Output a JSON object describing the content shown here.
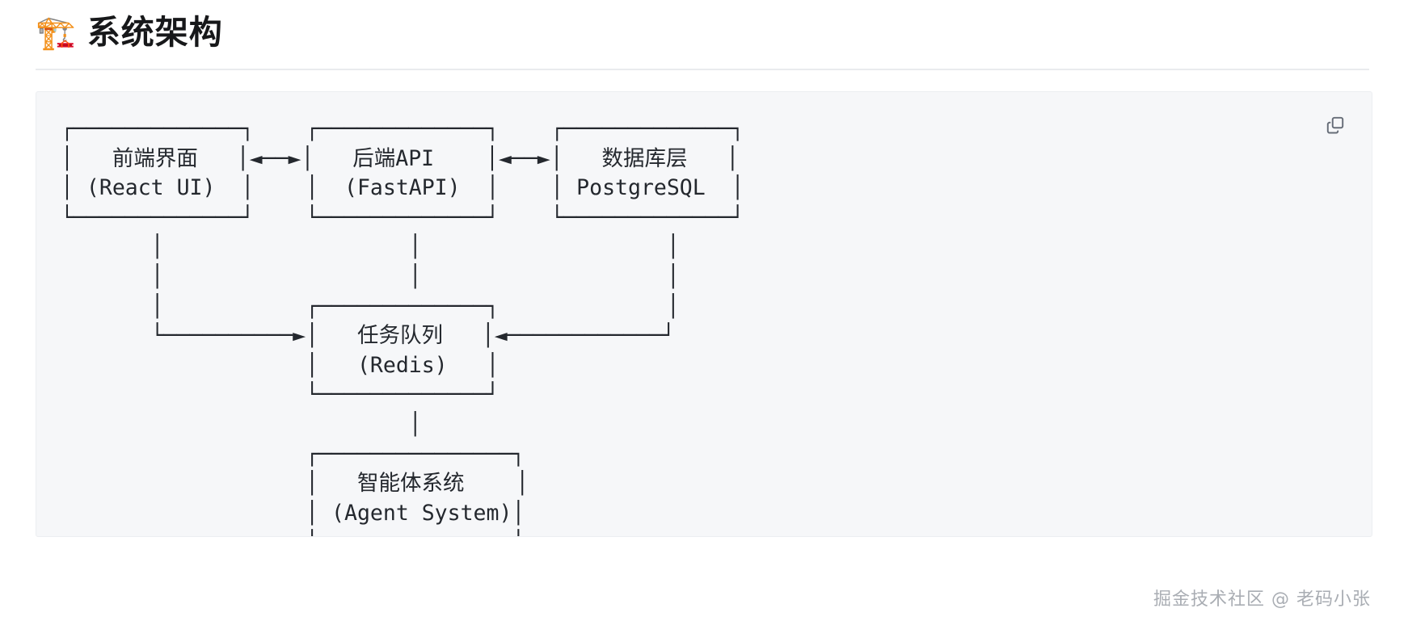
{
  "header": {
    "emoji": "🏗️",
    "emoji_name": "building-construction-crane",
    "title": "系统架构"
  },
  "code_block": {
    "copy_label": "copy-icon",
    "background": "#f6f7f9",
    "text_color": "#24282e",
    "ascii_diagram": "┌─────────────┐    ┌─────────────┐    ┌─────────────┐\n│   前端界面   │◄──►│   后端API    │◄──►│   数据库层   │\n│ (React UI)  │    │  (FastAPI)  │    │ PostgreSQL  │\n└─────────────┘    └─────────────┘    └─────────────┘\n       │                   │                   │\n       │                   │                   │\n       │           ┌─────────────┐             │\n       └──────────►│   任务队列   │◄────────────┘\n                   │   (Redis)   │\n                   └─────────────┘\n                           │\n                   ┌───────────────┐\n                   │   智能体系统    │\n                   │ (Agent System)│\n                   └───────────────┘"
  },
  "diagram": {
    "nodes": [
      {
        "id": "frontend",
        "line1": "前端界面",
        "line2": "(React UI)"
      },
      {
        "id": "backend",
        "line1": "后端API",
        "line2": "(FastAPI)"
      },
      {
        "id": "database",
        "line1": "数据库层",
        "line2": "PostgreSQL"
      },
      {
        "id": "queue",
        "line1": "任务队列",
        "line2": "(Redis)"
      },
      {
        "id": "agent",
        "line1": "智能体系统",
        "line2": "(Agent System)"
      }
    ],
    "edges": [
      {
        "from": "frontend",
        "to": "backend",
        "type": "bidirectional"
      },
      {
        "from": "backend",
        "to": "database",
        "type": "bidirectional"
      },
      {
        "from": "frontend",
        "to": "queue",
        "type": "directed"
      },
      {
        "from": "database",
        "to": "queue",
        "type": "directed"
      },
      {
        "from": "backend",
        "to": "queue",
        "type": "plain"
      },
      {
        "from": "queue",
        "to": "agent",
        "type": "plain"
      }
    ]
  },
  "watermark": {
    "text": "掘金技术社区 @ 老码小张"
  }
}
